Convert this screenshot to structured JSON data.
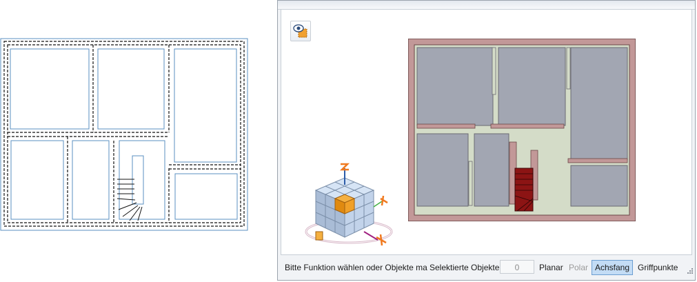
{
  "status": {
    "message": "Bitte Funktion wählen oder Objekte ma",
    "selected_label": "Selektierte Objekte",
    "selected_count": "0",
    "planar": "Planar",
    "polar": "Polar",
    "achsfang": "Achsfang",
    "griffpunkte": "Griffpunkte"
  },
  "icons": {
    "view_button": "eye-view-icon",
    "nav_cube": "navigation-cube-icon",
    "resize_grip": "resize-grip-icon"
  },
  "colors": {
    "wall_outer": "#c29898",
    "wall_inner": "#d4dcc8",
    "room_fill": "#a2a6b2",
    "stair": "#8c1414",
    "plan_line": "#5a8fc0",
    "achsfang_active": "#c3dcf5"
  }
}
